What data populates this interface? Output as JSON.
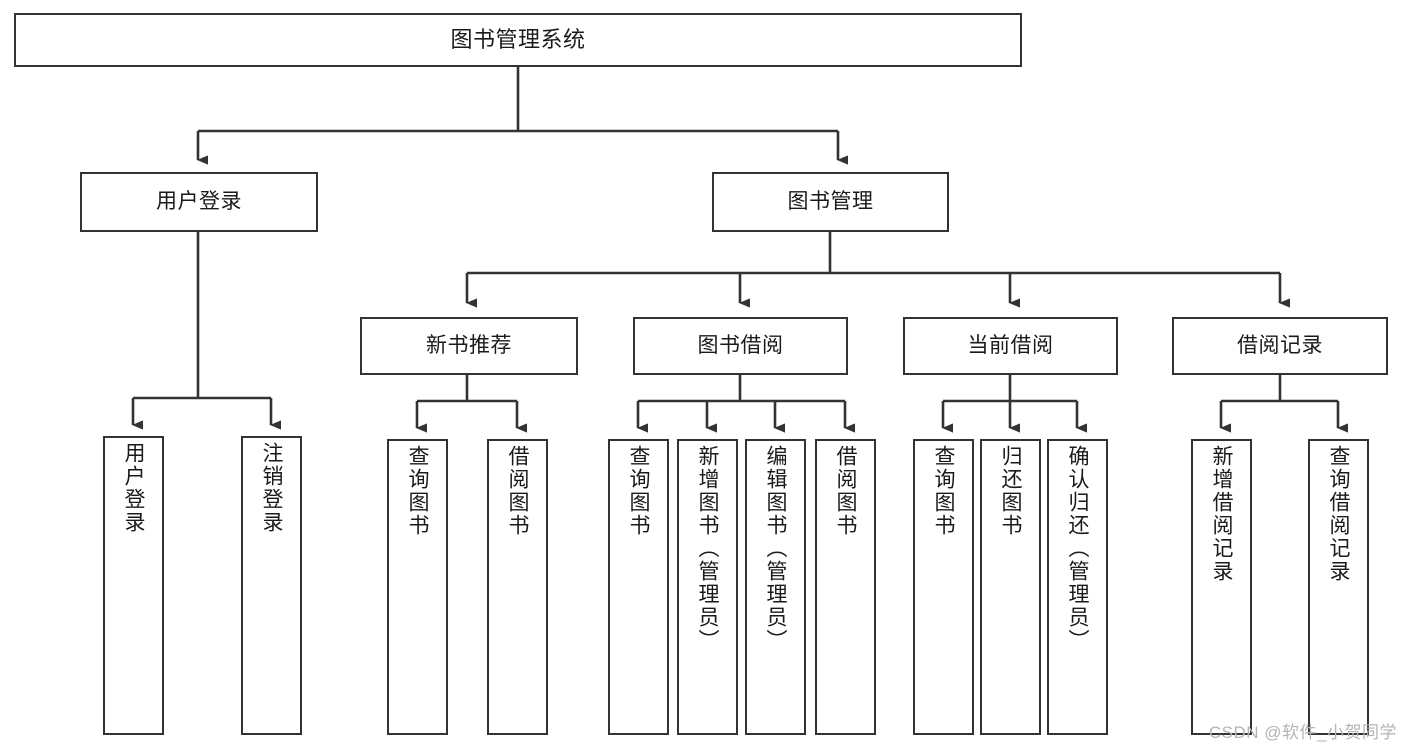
{
  "diagram": {
    "type": "hierarchy-tree",
    "title": "图书管理系统",
    "watermark": "CSDN @软件_小贺同学",
    "colors": {
      "stroke": "#333333",
      "fill": "#ffffff",
      "text": "#1a1a1a",
      "watermark": "#b4b4b4"
    },
    "nodes": {
      "root": {
        "label": "图书管理系统"
      },
      "level1": [
        {
          "id": "user-login",
          "label": "用户登录"
        },
        {
          "id": "book-management",
          "label": "图书管理"
        }
      ],
      "level2": [
        {
          "id": "new-book-recommend",
          "label": "新书推荐"
        },
        {
          "id": "book-borrow",
          "label": "图书借阅"
        },
        {
          "id": "current-borrow",
          "label": "当前借阅"
        },
        {
          "id": "borrow-record",
          "label": "借阅记录"
        }
      ],
      "leaves": {
        "user-login": [
          {
            "id": "leaf-user-login",
            "label": "用户登录"
          },
          {
            "id": "leaf-logout",
            "label": "注销登录"
          }
        ],
        "new-book-recommend": [
          {
            "id": "leaf-query-book-1",
            "label": "查询图书"
          },
          {
            "id": "leaf-borrow-book-1",
            "label": "借阅图书"
          }
        ],
        "book-borrow": [
          {
            "id": "leaf-query-book-2",
            "label": "查询图书"
          },
          {
            "id": "leaf-add-book",
            "label": "新增图书（管理员）"
          },
          {
            "id": "leaf-edit-book",
            "label": "编辑图书（管理员）"
          },
          {
            "id": "leaf-borrow-book-2",
            "label": "借阅图书"
          }
        ],
        "current-borrow": [
          {
            "id": "leaf-query-book-3",
            "label": "查询图书"
          },
          {
            "id": "leaf-return-book",
            "label": "归还图书"
          },
          {
            "id": "leaf-confirm-return",
            "label": "确认归还（管理员）"
          }
        ],
        "borrow-record": [
          {
            "id": "leaf-add-record",
            "label": "新增借阅记录"
          },
          {
            "id": "leaf-query-record",
            "label": "查询借阅记录"
          }
        ]
      }
    },
    "edges": [
      {
        "from": "root",
        "to": "user-login"
      },
      {
        "from": "root",
        "to": "book-management"
      },
      {
        "from": "user-login",
        "to": "leaf-user-login"
      },
      {
        "from": "user-login",
        "to": "leaf-logout"
      },
      {
        "from": "book-management",
        "to": "new-book-recommend"
      },
      {
        "from": "book-management",
        "to": "book-borrow"
      },
      {
        "from": "book-management",
        "to": "current-borrow"
      },
      {
        "from": "book-management",
        "to": "borrow-record"
      },
      {
        "from": "new-book-recommend",
        "to": "leaf-query-book-1"
      },
      {
        "from": "new-book-recommend",
        "to": "leaf-borrow-book-1"
      },
      {
        "from": "book-borrow",
        "to": "leaf-query-book-2"
      },
      {
        "from": "book-borrow",
        "to": "leaf-add-book"
      },
      {
        "from": "book-borrow",
        "to": "leaf-edit-book"
      },
      {
        "from": "book-borrow",
        "to": "leaf-borrow-book-2"
      },
      {
        "from": "current-borrow",
        "to": "leaf-query-book-3"
      },
      {
        "from": "current-borrow",
        "to": "leaf-return-book"
      },
      {
        "from": "current-borrow",
        "to": "leaf-confirm-return"
      },
      {
        "from": "borrow-record",
        "to": "leaf-add-record"
      },
      {
        "from": "borrow-record",
        "to": "leaf-query-record"
      }
    ]
  }
}
